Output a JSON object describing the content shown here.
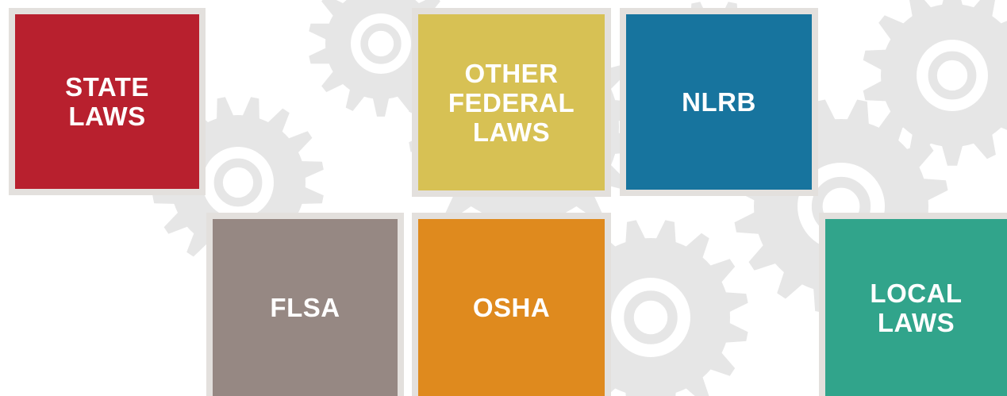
{
  "tiles": [
    {
      "id": "state",
      "label": "STATE\nLAWS",
      "color": "#b8202e"
    },
    {
      "id": "other",
      "label": "OTHER\nFEDERAL\nLAWS",
      "color": "#d7c154"
    },
    {
      "id": "nlrb",
      "label": "NLRB",
      "color": "#17749e"
    },
    {
      "id": "flsa",
      "label": "FLSA",
      "color": "#968883"
    },
    {
      "id": "osha",
      "label": "OSHA",
      "color": "#df8a1e"
    },
    {
      "id": "local",
      "label": "LOCAL\nLAWS",
      "color": "#31a48b"
    }
  ],
  "colors": {
    "background": "#ffffff",
    "gear": "#e6e6e6",
    "tile_border": "#e3e0dd"
  },
  "decorations": [
    "gear-icon"
  ]
}
